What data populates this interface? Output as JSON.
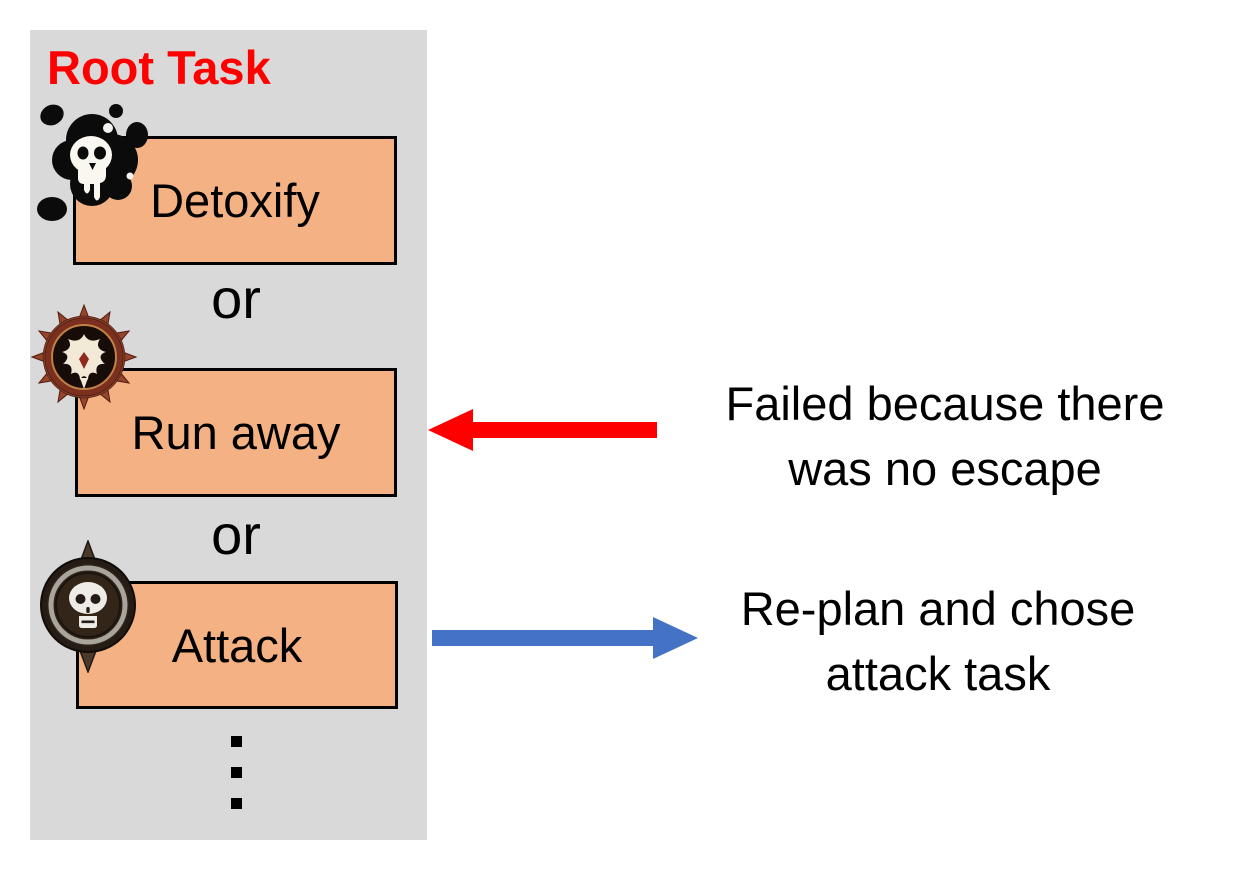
{
  "panel": {
    "title": "Root Task",
    "or_label": "or",
    "tasks": [
      {
        "label": "Detoxify",
        "icon": "poison-splat-skull-icon"
      },
      {
        "label": "Run away",
        "icon": "spiked-rage-emblem-icon"
      },
      {
        "label": "Attack",
        "icon": "spiked-skull-emblem-icon"
      }
    ]
  },
  "annotations": {
    "failed": {
      "line1": "Failed because there",
      "line2": "was no escape",
      "arrow_direction": "left",
      "arrow_color": "#FF0000"
    },
    "replan": {
      "line1": "Re-plan and chose",
      "line2": "attack task",
      "arrow_direction": "right",
      "arrow_color": "#4472C4"
    }
  },
  "colors": {
    "panel_background": "#D9D9D9",
    "task_box_fill": "#F4B183",
    "task_box_border": "#000000",
    "title_red": "#FF0000",
    "failed_arrow_red": "#FF0000",
    "replan_arrow_blue": "#4472C4",
    "text": "#000000"
  }
}
